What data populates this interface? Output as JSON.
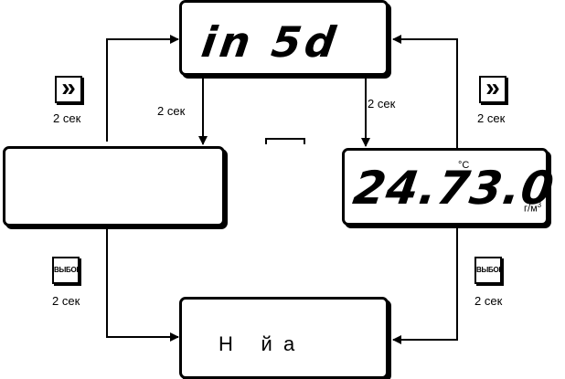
{
  "top_display": {
    "text": "in  5d"
  },
  "right_display": {
    "value": "24.73.0",
    "unit_temp": "°C",
    "unit_hum": "г/м",
    "unit_hum_sup": "3"
  },
  "bottom_display": {
    "text": "Н     й  а"
  },
  "buttons": {
    "arrow_symbol": "»",
    "select_label": "ВЫБОР"
  },
  "labels": {
    "left_arrow_button_time": "2 сек",
    "right_arrow_button_time": "2 сек",
    "left_select_button_time": "2 сек",
    "right_select_button_time": "2 сек",
    "left_down_transition": "2 сек",
    "right_down_transition": "2 сек"
  }
}
